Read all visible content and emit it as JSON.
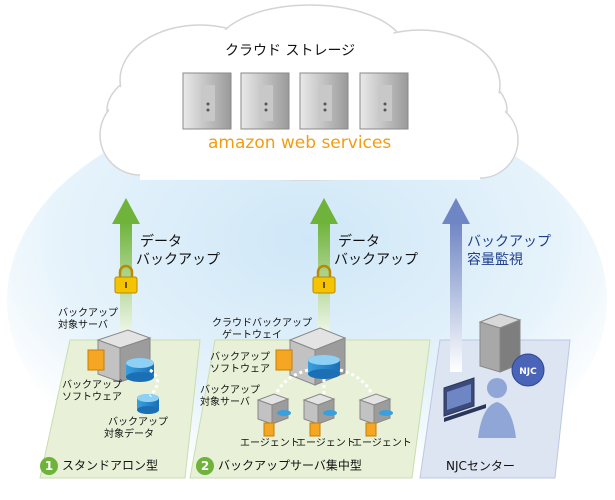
{
  "cloud": {
    "title": "クラウド ストレージ",
    "provider": "amazon web services"
  },
  "arrows": {
    "left_label_line1": "データ",
    "left_label_line2": "バックアップ",
    "middle_label_line1": "データ",
    "middle_label_line2": "バックアップ",
    "right_label_line1": "バックアップ",
    "right_label_line2": "容量監視"
  },
  "panel_standalone": {
    "server_label_line1": "バックアップ",
    "server_label_line2": "対象サーバ",
    "software_label_line1": "バックアップ",
    "software_label_line2": "ソフトウェア",
    "data_label_line1": "バックアップ",
    "data_label_line2": "対象データ",
    "caption_number": "1",
    "caption": "スタンドアロン型"
  },
  "panel_central": {
    "gateway_label_line1": "クラウドバックアップ",
    "gateway_label_line2": "ゲートウェイ",
    "software_label_line1": "バックアップ",
    "software_label_line2": "ソフトウェア",
    "server_label_line1": "バックアップ",
    "server_label_line2": "対象サーバ",
    "agent1": "エージェント",
    "agent2": "エージェント",
    "agent3": "エージェント",
    "caption_number": "2",
    "caption": "バックアップサーバ集中型"
  },
  "panel_njc": {
    "badge": "NJC",
    "caption": "NJCセンター"
  },
  "colors": {
    "green_arrow": "#6fb33b",
    "blue_arrow": "#6f86c4",
    "orange": "#f5a623",
    "panel_green": "#e8f1d8",
    "panel_blue": "#dde4f2"
  }
}
